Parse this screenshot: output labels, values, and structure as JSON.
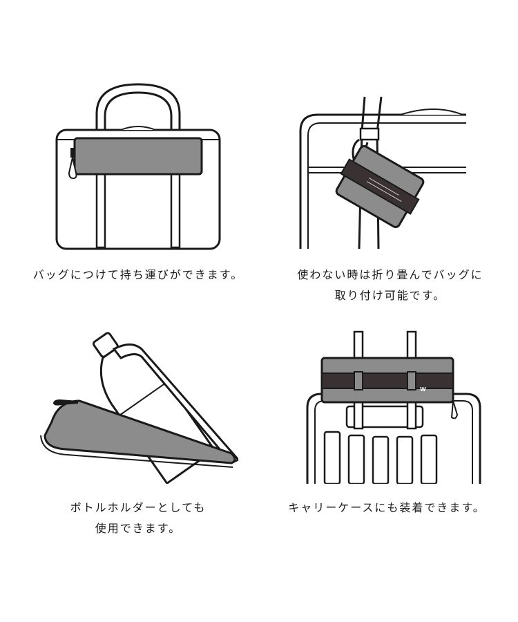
{
  "panels": [
    {
      "caption_lines": [
        "バッグにつけて持ち運びができます。"
      ]
    },
    {
      "caption_lines": [
        "使わない時は折り畳んでバッグに",
        "取り付け可能です。"
      ]
    },
    {
      "caption_lines": [
        "ボトルホルダーとしても",
        "使用できます。"
      ]
    },
    {
      "caption_lines": [
        "キャリーケースにも装着できます。"
      ]
    }
  ],
  "product_logo": "W",
  "colors": {
    "outline": "#1a1a1a",
    "pouch_gray": "#8c8c8c",
    "band_dark": "#3a3232",
    "background": "#ffffff"
  }
}
